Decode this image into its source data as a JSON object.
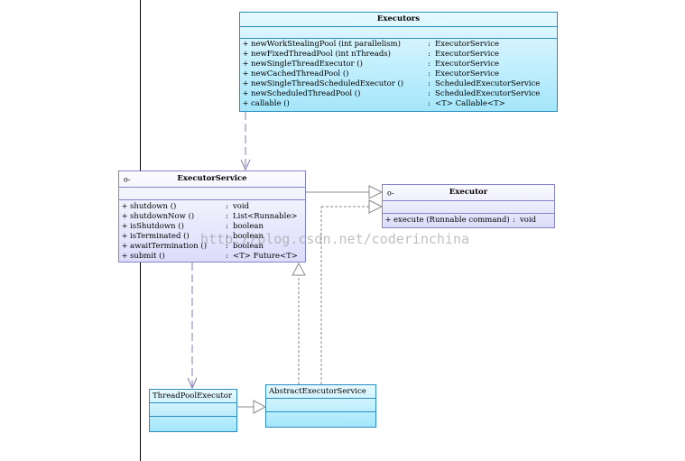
{
  "watermark": "http://blog.csdn.net/coderinchina",
  "classes": {
    "executors": {
      "name": "Executors",
      "methods": [
        {
          "vis": "+",
          "name": "newWorkStealingPool (int parallelism)",
          "type": "ExecutorService"
        },
        {
          "vis": "+",
          "name": "newFixedThreadPool (int nThreads)",
          "type": "ExecutorService"
        },
        {
          "vis": "+",
          "name": "newSingleThreadExecutor ()",
          "type": "ExecutorService"
        },
        {
          "vis": "+",
          "name": "newCachedThreadPool ()",
          "type": "ExecutorService"
        },
        {
          "vis": "+",
          "name": "newSingleThreadScheduledExecutor ()",
          "type": "ScheduledExecutorService"
        },
        {
          "vis": "+",
          "name": "newScheduledThreadPool ()",
          "type": "ScheduledExecutorService"
        },
        {
          "vis": "+",
          "name": "callable ()",
          "type": "<T> Callable<T>"
        }
      ]
    },
    "executor_service": {
      "name": "ExecutorService",
      "mark": "o-",
      "methods": [
        {
          "vis": "+",
          "name": "shutdown ()",
          "type": "void"
        },
        {
          "vis": "+",
          "name": "shutdownNow ()",
          "type": "List<Runnable>"
        },
        {
          "vis": "+",
          "name": "isShutdown ()",
          "type": "boolean"
        },
        {
          "vis": "+",
          "name": "isTerminated ()",
          "type": "boolean"
        },
        {
          "vis": "+",
          "name": "awaitTermination ()",
          "type": "boolean"
        },
        {
          "vis": "+",
          "name": "submit ()",
          "type": "<T> Future<T>"
        }
      ]
    },
    "executor": {
      "name": "Executor",
      "mark": "o-",
      "methods": [
        {
          "vis": "+",
          "name": "execute (Runnable command)",
          "type": "void"
        }
      ]
    },
    "thread_pool_executor": {
      "name": "ThreadPoolExecutor"
    },
    "abstract_executor_service": {
      "name": "AbstractExecutorService"
    }
  },
  "colors": {
    "cyan_border": "#2a8fc0",
    "lavender_border": "#8484c8",
    "arrow": "#7f7fb8"
  }
}
